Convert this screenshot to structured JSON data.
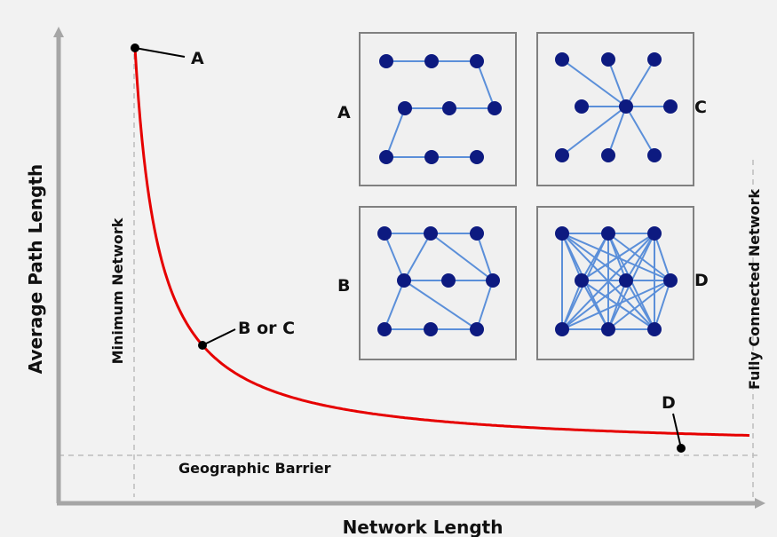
{
  "axes": {
    "x_label": "Network Length",
    "y_label": "Average Path Length"
  },
  "guides": {
    "vertical_left": "Minimum Network",
    "vertical_right": "Fully Connected Network",
    "horizontal_bottom": "Geographic Barrier"
  },
  "curve_points": [
    {
      "label": "A"
    },
    {
      "label": "B or C"
    },
    {
      "label": "D"
    }
  ],
  "panels": [
    {
      "label": "A",
      "topology": "minimum-path"
    },
    {
      "label": "C",
      "topology": "star"
    },
    {
      "label": "B",
      "topology": "partial-mesh"
    },
    {
      "label": "D",
      "topology": "fully-connected"
    }
  ],
  "colors": {
    "curve": "#e60000",
    "node": "#0d1a80",
    "edge": "#5b8fd9",
    "axis": "#a6a6a6",
    "guide": "#bdbdbd",
    "panel_bg": "#f0f0f0",
    "panel_border": "#808080"
  }
}
